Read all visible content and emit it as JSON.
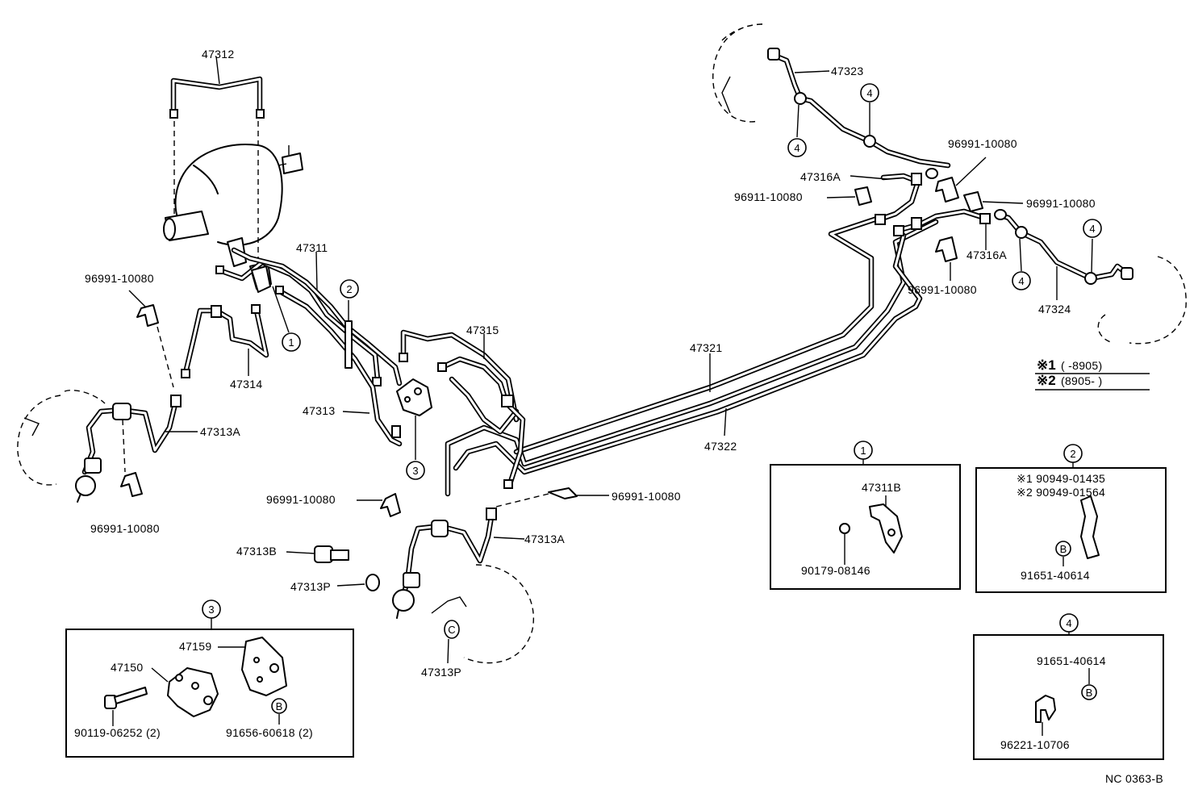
{
  "parts": {
    "p47312": "47312",
    "p47311": "47311",
    "p47314": "47314",
    "p47313": "47313",
    "p47313A_left": "47313A",
    "p47313A_mid": "47313A",
    "p47315": "47315",
    "p47321": "47321",
    "p47322": "47322",
    "p47323": "47323",
    "p47324": "47324",
    "p47316A_top": "47316A",
    "p47316A_mid": "47316A",
    "p47313B": "47313B",
    "p47313P_mid": "47313P",
    "p47313P_bot": "47313P",
    "clip_left_top": "96991-10080",
    "clip_left_bot": "96991-10080",
    "clip_mid_left": "96991-10080",
    "clip_mid_right": "96991-10080",
    "clip_r1": "96991-10080",
    "clip_r2": "96991-10080",
    "clip_r3": "96991-10080",
    "clip_r4": "96911-10080"
  },
  "callouts": {
    "c1": "1",
    "c2": "2",
    "c3": "3",
    "c4": "4",
    "cB": "B",
    "cC": "C"
  },
  "legend": {
    "line1_mark": "※1",
    "line1_text": "(       -8905)",
    "line2_mark": "※2",
    "line2_text": "(8905-        )"
  },
  "detail1": {
    "part_a": "47311B",
    "part_b": "90179-08146"
  },
  "detail2": {
    "line1": "※1  90949-01435",
    "line2": "※2  90949-01564",
    "part_b": "91651-40614"
  },
  "detail3": {
    "part_a": "47159",
    "part_b": "47150",
    "part_c": "90119-06252 (2)",
    "part_d": "91656-60618 (2)"
  },
  "detail4": {
    "part_a": "91651-40614",
    "part_b": "96221-10706"
  },
  "diagram_code": "NC 0363-B"
}
